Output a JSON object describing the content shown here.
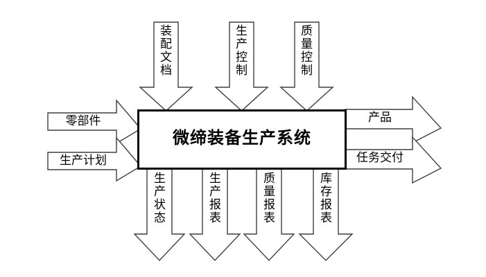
{
  "diagram": {
    "type": "idef0-process-diagram",
    "background_color": "#ffffff",
    "stroke_color": "#3f3f3f",
    "box_stroke_color": "#000000",
    "fill_color": "#ffffff",
    "center_box": {
      "label": "微缔装备生产系统"
    },
    "inputs": [
      {
        "label": "零部件"
      },
      {
        "label": "生产计划"
      }
    ],
    "outputs": [
      {
        "label": "产品"
      },
      {
        "label": "任务交付"
      }
    ],
    "controls": [
      {
        "label": "装配文档",
        "chars": [
          "装",
          "配",
          "文",
          "档"
        ]
      },
      {
        "label": "生产控制",
        "chars": [
          "生",
          "产",
          "控",
          "制"
        ]
      },
      {
        "label": "质量控制",
        "chars": [
          "质",
          "量",
          "控",
          "制"
        ]
      }
    ],
    "mechanisms": [
      {
        "label": "生产状态",
        "chars": [
          "生",
          "产",
          "状",
          "态"
        ]
      },
      {
        "label": "生产报表",
        "chars": [
          "生",
          "产",
          "报",
          "表"
        ]
      },
      {
        "label": "质量报表",
        "chars": [
          "质",
          "量",
          "报",
          "表"
        ]
      },
      {
        "label": "库存报表",
        "chars": [
          "库",
          "存",
          "报",
          "表"
        ]
      }
    ]
  }
}
